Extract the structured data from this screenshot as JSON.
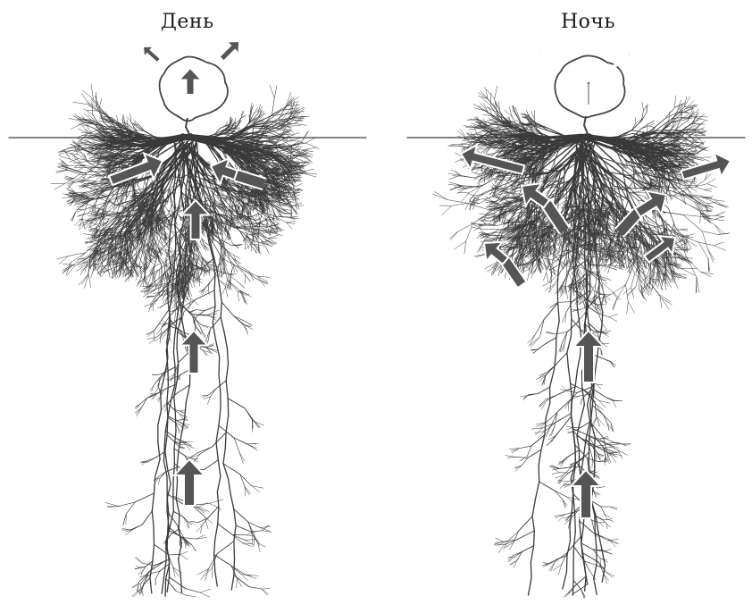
{
  "panels": [
    {
      "id": "day",
      "title": "День"
    },
    {
      "id": "night",
      "title": "Ночь"
    }
  ],
  "colors": {
    "roots": "#3a3a3a",
    "arrow_fill": "#555555",
    "arrow_stroke": "#ffffff",
    "plant_outline": "#444444",
    "background": "#ffffff"
  }
}
